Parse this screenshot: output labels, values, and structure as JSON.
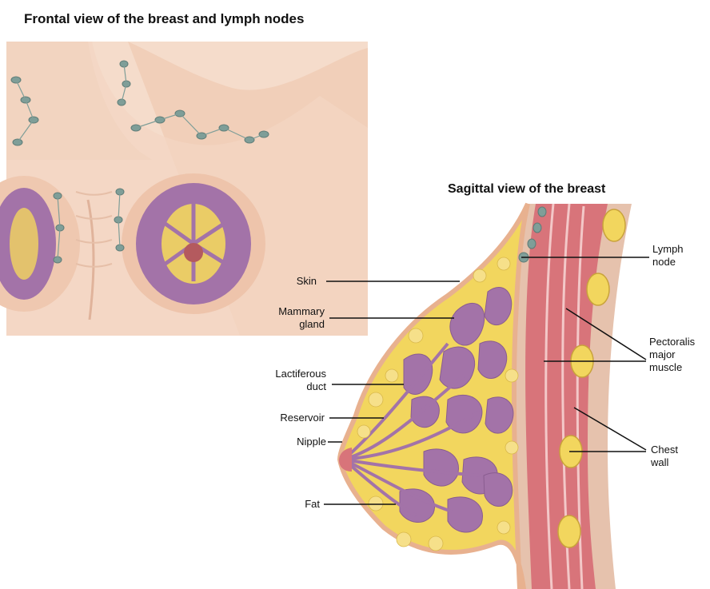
{
  "frontal_title": "Frontal view of the breast and lymph nodes",
  "sagittal_title": "Sagittal view of the breast",
  "labels": {
    "skin": "Skin",
    "mammary_1": "Mammary",
    "mammary_2": "gland",
    "lact_1": "Lactiferous",
    "lact_2": "duct",
    "reservoir": "Reservoir",
    "nipple": "Nipple",
    "fat": "Fat",
    "lymph_1": "Lymph",
    "lymph_2": "node",
    "pect_1": "Pectoralis",
    "pect_2": "major",
    "pect_3": "muscle",
    "chest_1": "Chest",
    "chest_2": "wall"
  },
  "colors": {
    "skin_tone": "#f3d3bf",
    "skin_shadow": "#e3b49c",
    "gland_purple": "#a373a8",
    "fat_yellow": "#f2d65e",
    "muscle_red": "#d8747a",
    "lymph_node": "#7f9e98"
  }
}
